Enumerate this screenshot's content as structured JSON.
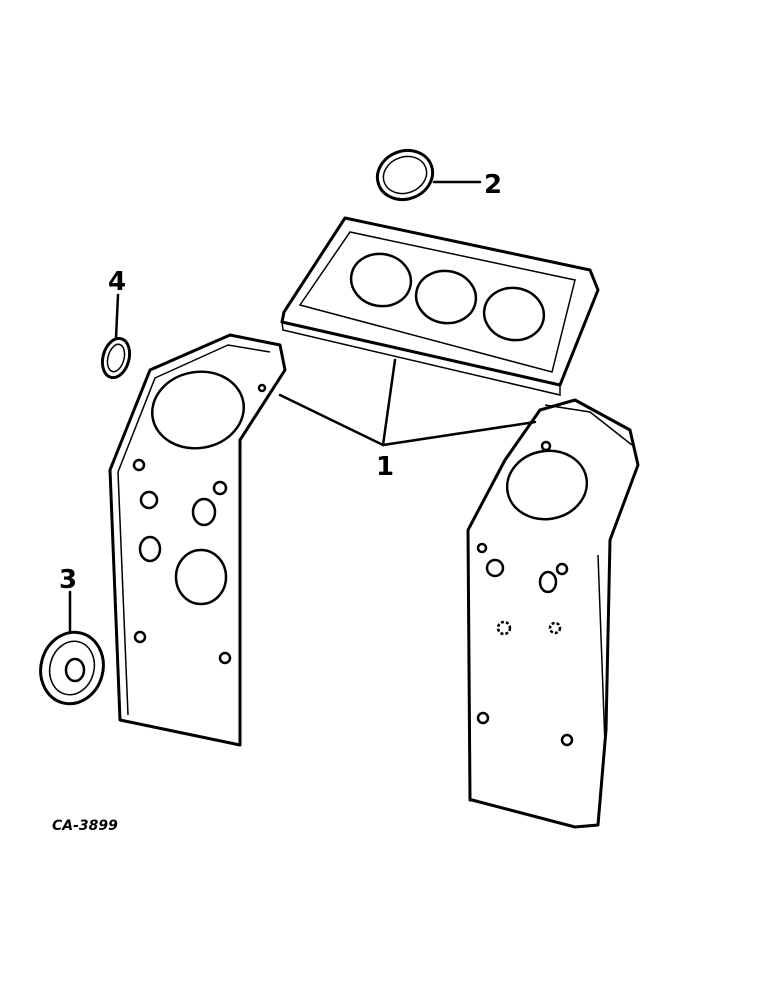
{
  "callouts": {
    "c1": "1",
    "c2": "2",
    "c3": "3",
    "c4": "4"
  },
  "figure_code": "CA-3899"
}
